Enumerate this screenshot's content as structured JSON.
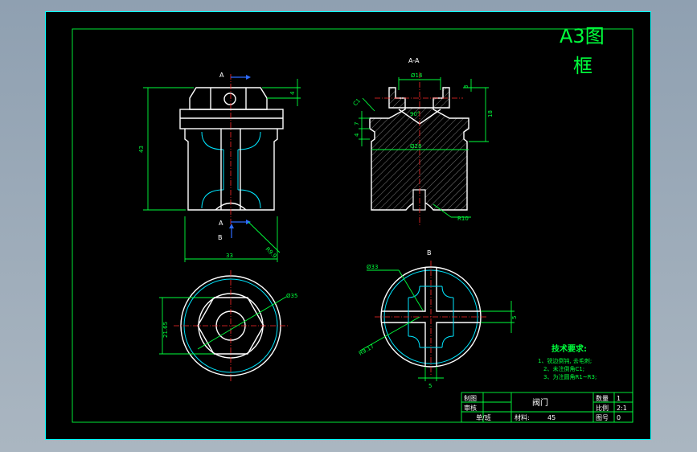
{
  "title_line1": "A3图",
  "title_line2": "框",
  "section_label": "A-A",
  "view_b_label": "B",
  "arrow_a_top": "A",
  "arrow_a_bottom": "A",
  "arrow_b": "B",
  "dims": {
    "front_height": "43",
    "front_width": "33",
    "front_r": "R9.9",
    "front_t1": "4",
    "section_phi14": "Ø14",
    "section_phi28": "Ø28",
    "section_h18": "18",
    "section_r10": "R10",
    "section_angle": "90°",
    "section_c": "C1",
    "section_7": "7",
    "section_4": "4",
    "section_3": "3",
    "top_phi": "Ø35",
    "top_width": "21.65",
    "b_phi": "Ø33",
    "b_r": "R9.17",
    "b_w1": "5",
    "b_w2": "5"
  },
  "tech": {
    "heading": "技术要求:",
    "items": [
      "1、锐边倒钝, 去毛刺;",
      "2、未注倒角C1;",
      "3、为注圆角R1~R3;"
    ]
  },
  "titleblock": {
    "draw": "制图",
    "check": "审核",
    "dept": "单/班",
    "part_name": "阀门",
    "qty_label": "数量",
    "qty_val": "1",
    "scale_label": "比例",
    "scale_val": "2:1",
    "material_label": "材料:",
    "material_val": "45",
    "drawing_no_label": "图号",
    "drawing_no_val": "0"
  }
}
